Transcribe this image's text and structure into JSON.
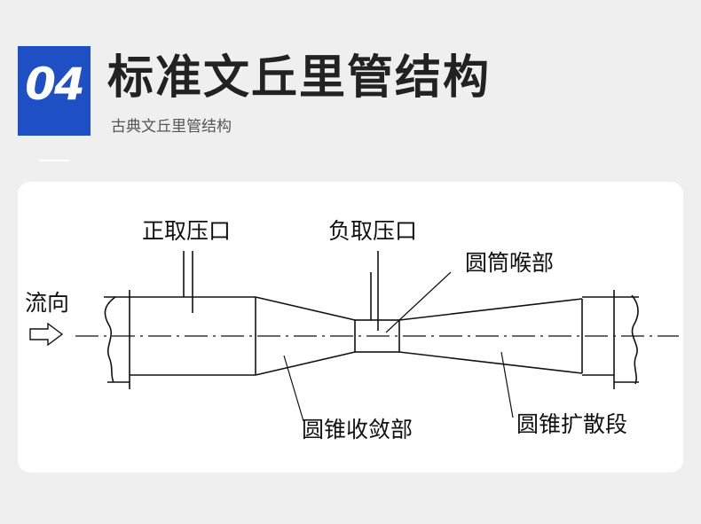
{
  "header": {
    "number": "04",
    "title": "标准文丘里管结构",
    "subtitle": "古典文丘里管结构"
  },
  "colors": {
    "accent": "#1f4fc4",
    "background": "#efefef",
    "card": "#ffffff",
    "ink": "#111111"
  },
  "diagram": {
    "labels": {
      "positive_tap": "正取压口",
      "negative_tap": "负取压口",
      "throat": "圆筒喉部",
      "flow": "流向",
      "convergent": "圆锥收敛部",
      "divergent": "圆锥扩散段"
    }
  }
}
